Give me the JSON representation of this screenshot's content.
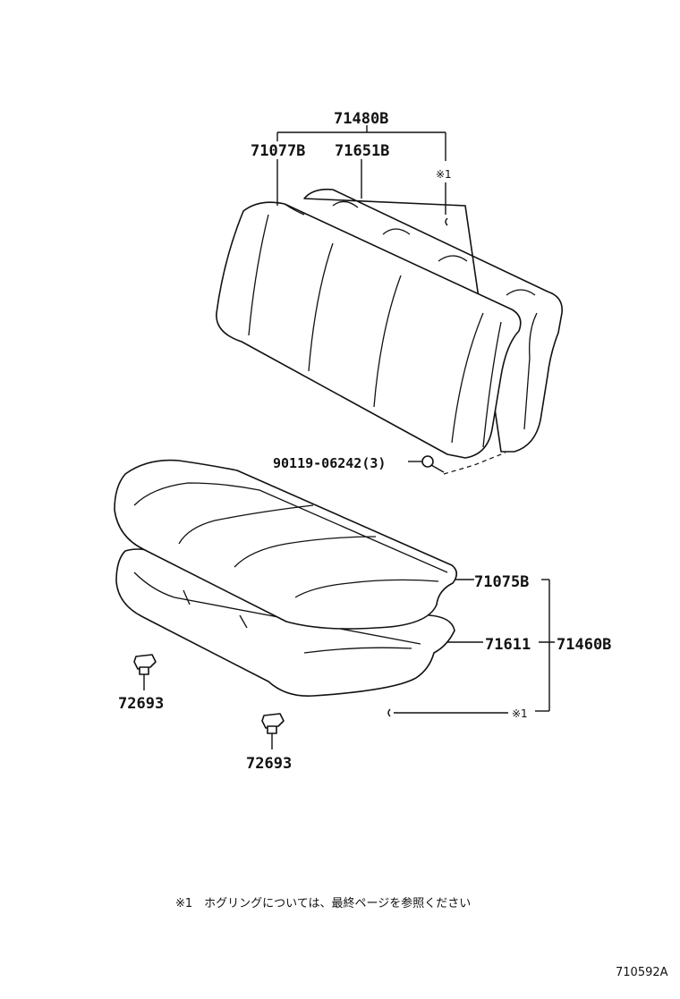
{
  "labels": {
    "seatback_assy": "71480B",
    "seatback_cover": "71077B",
    "seatback_pad": "71651B",
    "hog_ring_mark_top": "※1",
    "bolt": "90119-06242(3)",
    "cushion_cover": "71075B",
    "cushion_pad": "71611",
    "cushion_assy": "71460B",
    "hog_ring_mark_bottom": "※1",
    "clip_left": "72693",
    "clip_right": "72693"
  },
  "footnote": "※1　ホグリングについては、最終ページを参照ください",
  "diagram_code": "710592A"
}
